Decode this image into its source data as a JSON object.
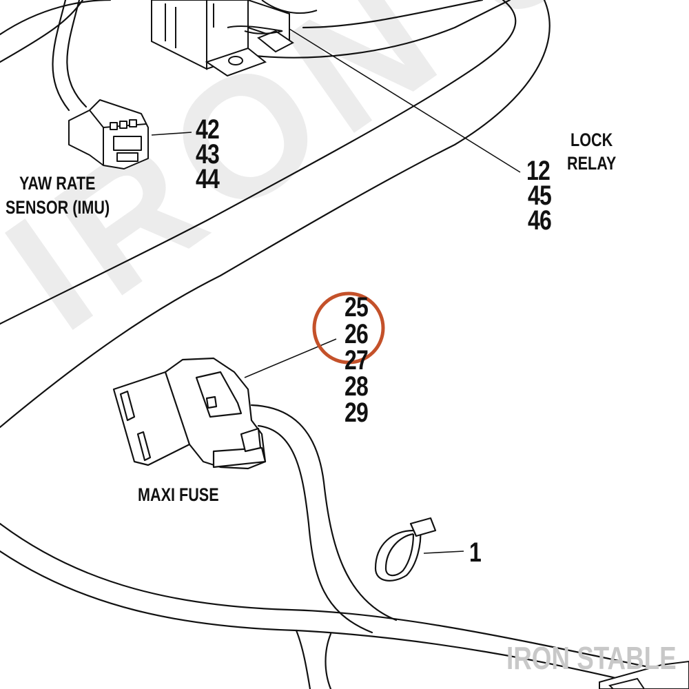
{
  "colors": {
    "line": "#111111",
    "highlight": "#c4512a",
    "watermark": "#ececec",
    "brand": "#c8c8c8"
  },
  "watermark": "IRON STABLE",
  "components": {
    "yaw_sensor": {
      "line1": "YAW RATE",
      "line2": "SENSOR (IMU)"
    },
    "lock_relay": {
      "line1": "LOCK",
      "line2": "RELAY"
    },
    "maxi_fuse": "MAXI FUSE"
  },
  "callouts": {
    "yaw_sensor": [
      "42",
      "43",
      "44"
    ],
    "lock_relay": [
      "12",
      "45",
      "46"
    ],
    "maxi_fuse": [
      "25",
      "26",
      "27",
      "28",
      "29"
    ],
    "strap": [
      "1"
    ]
  },
  "highlighted_callout": "26",
  "brand": "IRON STABLE"
}
